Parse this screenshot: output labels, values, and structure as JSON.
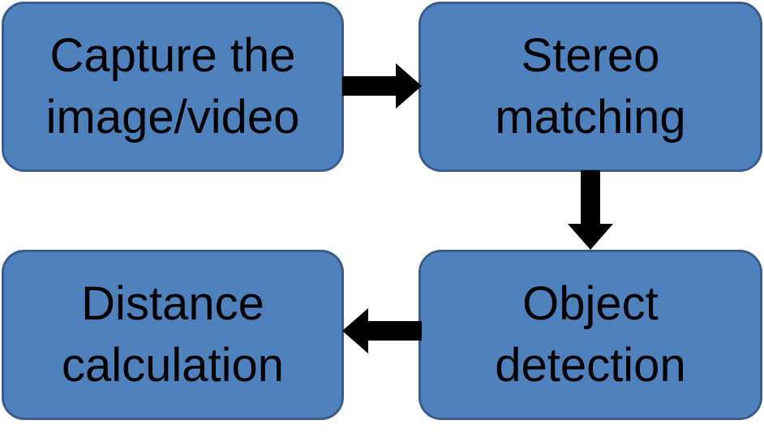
{
  "diagram": {
    "steps": [
      {
        "label": "Capture the\nimage/video"
      },
      {
        "label": "Stereo\nmatching"
      },
      {
        "label": "Object\ndetection"
      },
      {
        "label": "Distance\ncalculation"
      }
    ],
    "colors": {
      "box_fill": "#4f81bd",
      "box_border": "#385d8a",
      "text": "#000000",
      "arrow": "#000000"
    }
  }
}
